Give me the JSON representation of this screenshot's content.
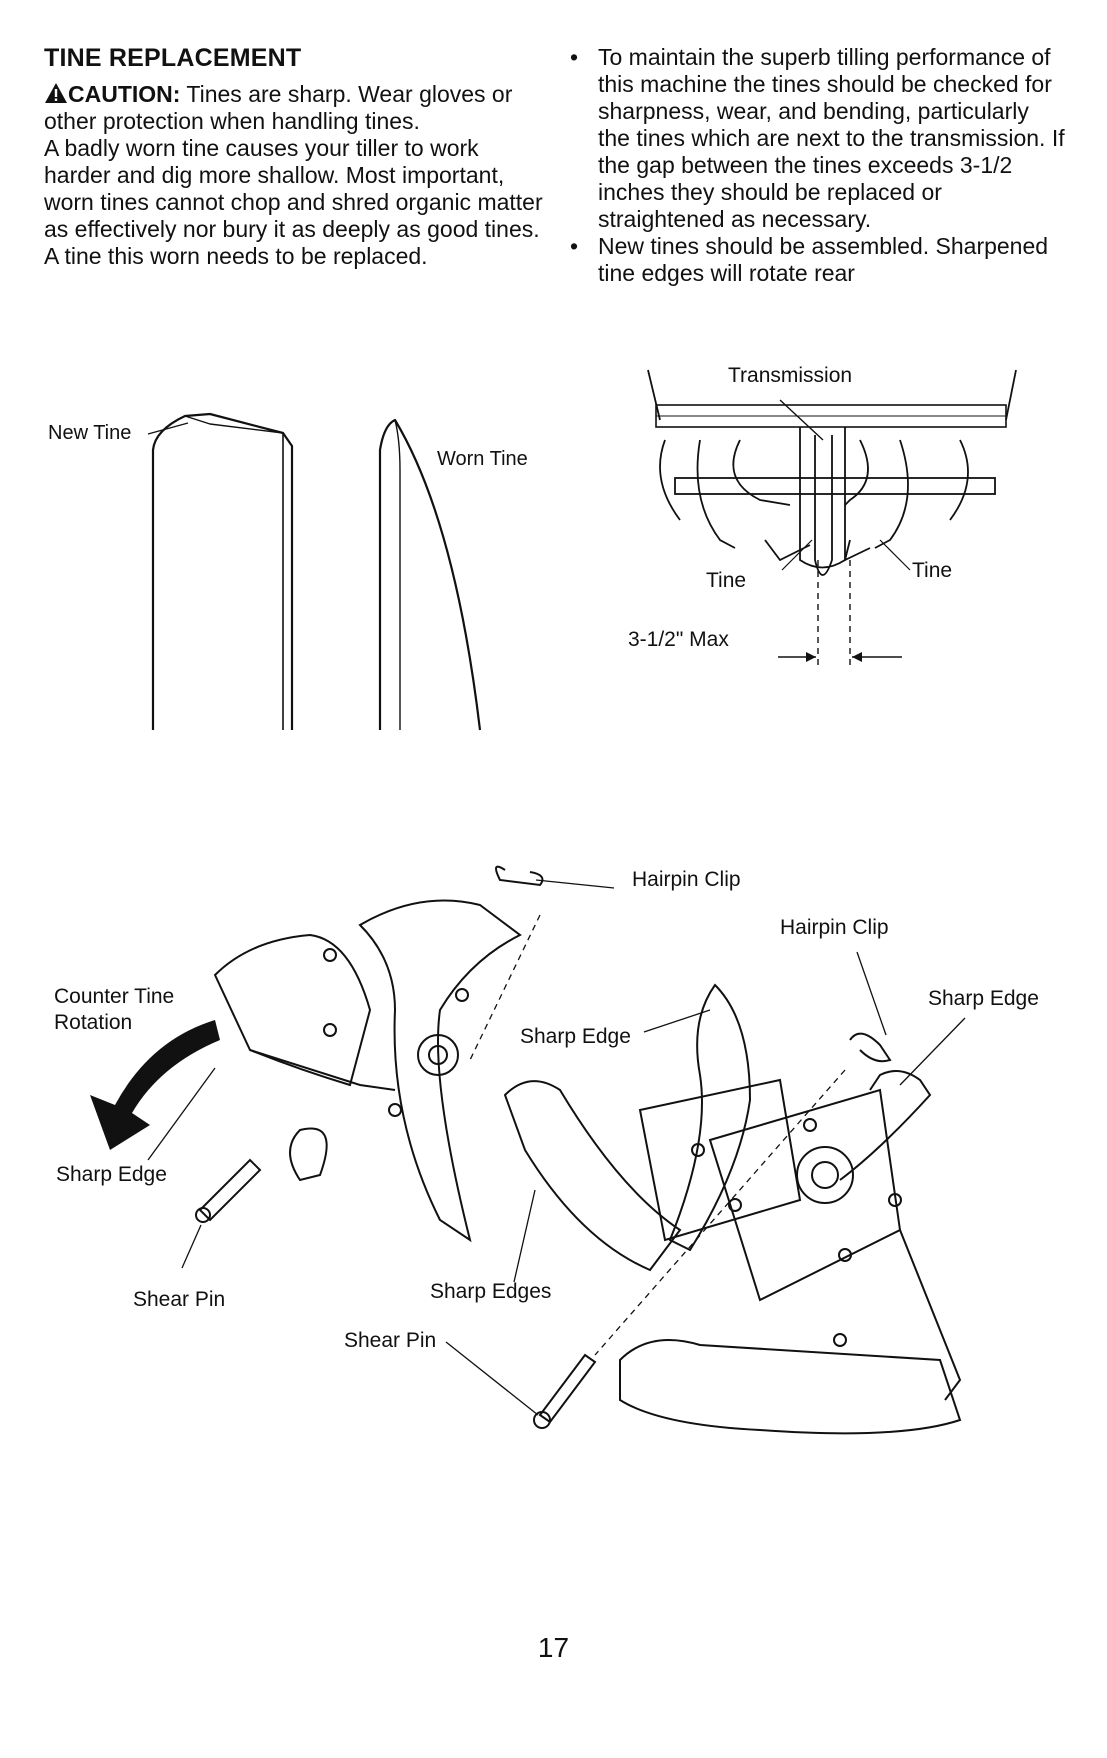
{
  "heading": "TINE REPLACEMENT",
  "caution": {
    "label": "CAUTION:",
    "text": " Tines are sharp. Wear gloves or other protection when handling tines."
  },
  "body_paragraph": "A badly worn tine causes your tiller to work harder and dig more shallow. Most important, worn tines cannot chop and shred organic matter as effectively nor bury it as deeply as good tines. A tine this worn needs to be replaced.",
  "bullets": [
    "To maintain the superb tilling performance of this machine the tines should be checked for sharpness, wear, and bending, particularly the tines which are next to the transmission. If the gap between the tines exceeds 3-1/2 inches they should be replaced or straightened as necessary.",
    "New tines should be assembled. Sharpened tine edges will rotate rear"
  ],
  "figure_tines": {
    "new_tine": "New Tine",
    "worn_tine": "Worn Tine"
  },
  "figure_gap": {
    "transmission": "Transmission",
    "tine_left": "Tine",
    "tine_right": "Tine",
    "max_gap": "3-1/2\" Max"
  },
  "figure_assembly": {
    "hairpin_clip_1": "Hairpin Clip",
    "hairpin_clip_2": "Hairpin Clip",
    "counter_tine_rotation_line1": "Counter Tine",
    "counter_tine_rotation_line2": "Rotation",
    "sharp_edge_1": "Sharp Edge",
    "sharp_edge_2": "Sharp Edge",
    "sharp_edge_3": "Sharp Edge",
    "sharp_edges": "Sharp Edges",
    "shear_pin_1": "Shear Pin",
    "shear_pin_2": "Shear Pin"
  },
  "page_number": "17"
}
